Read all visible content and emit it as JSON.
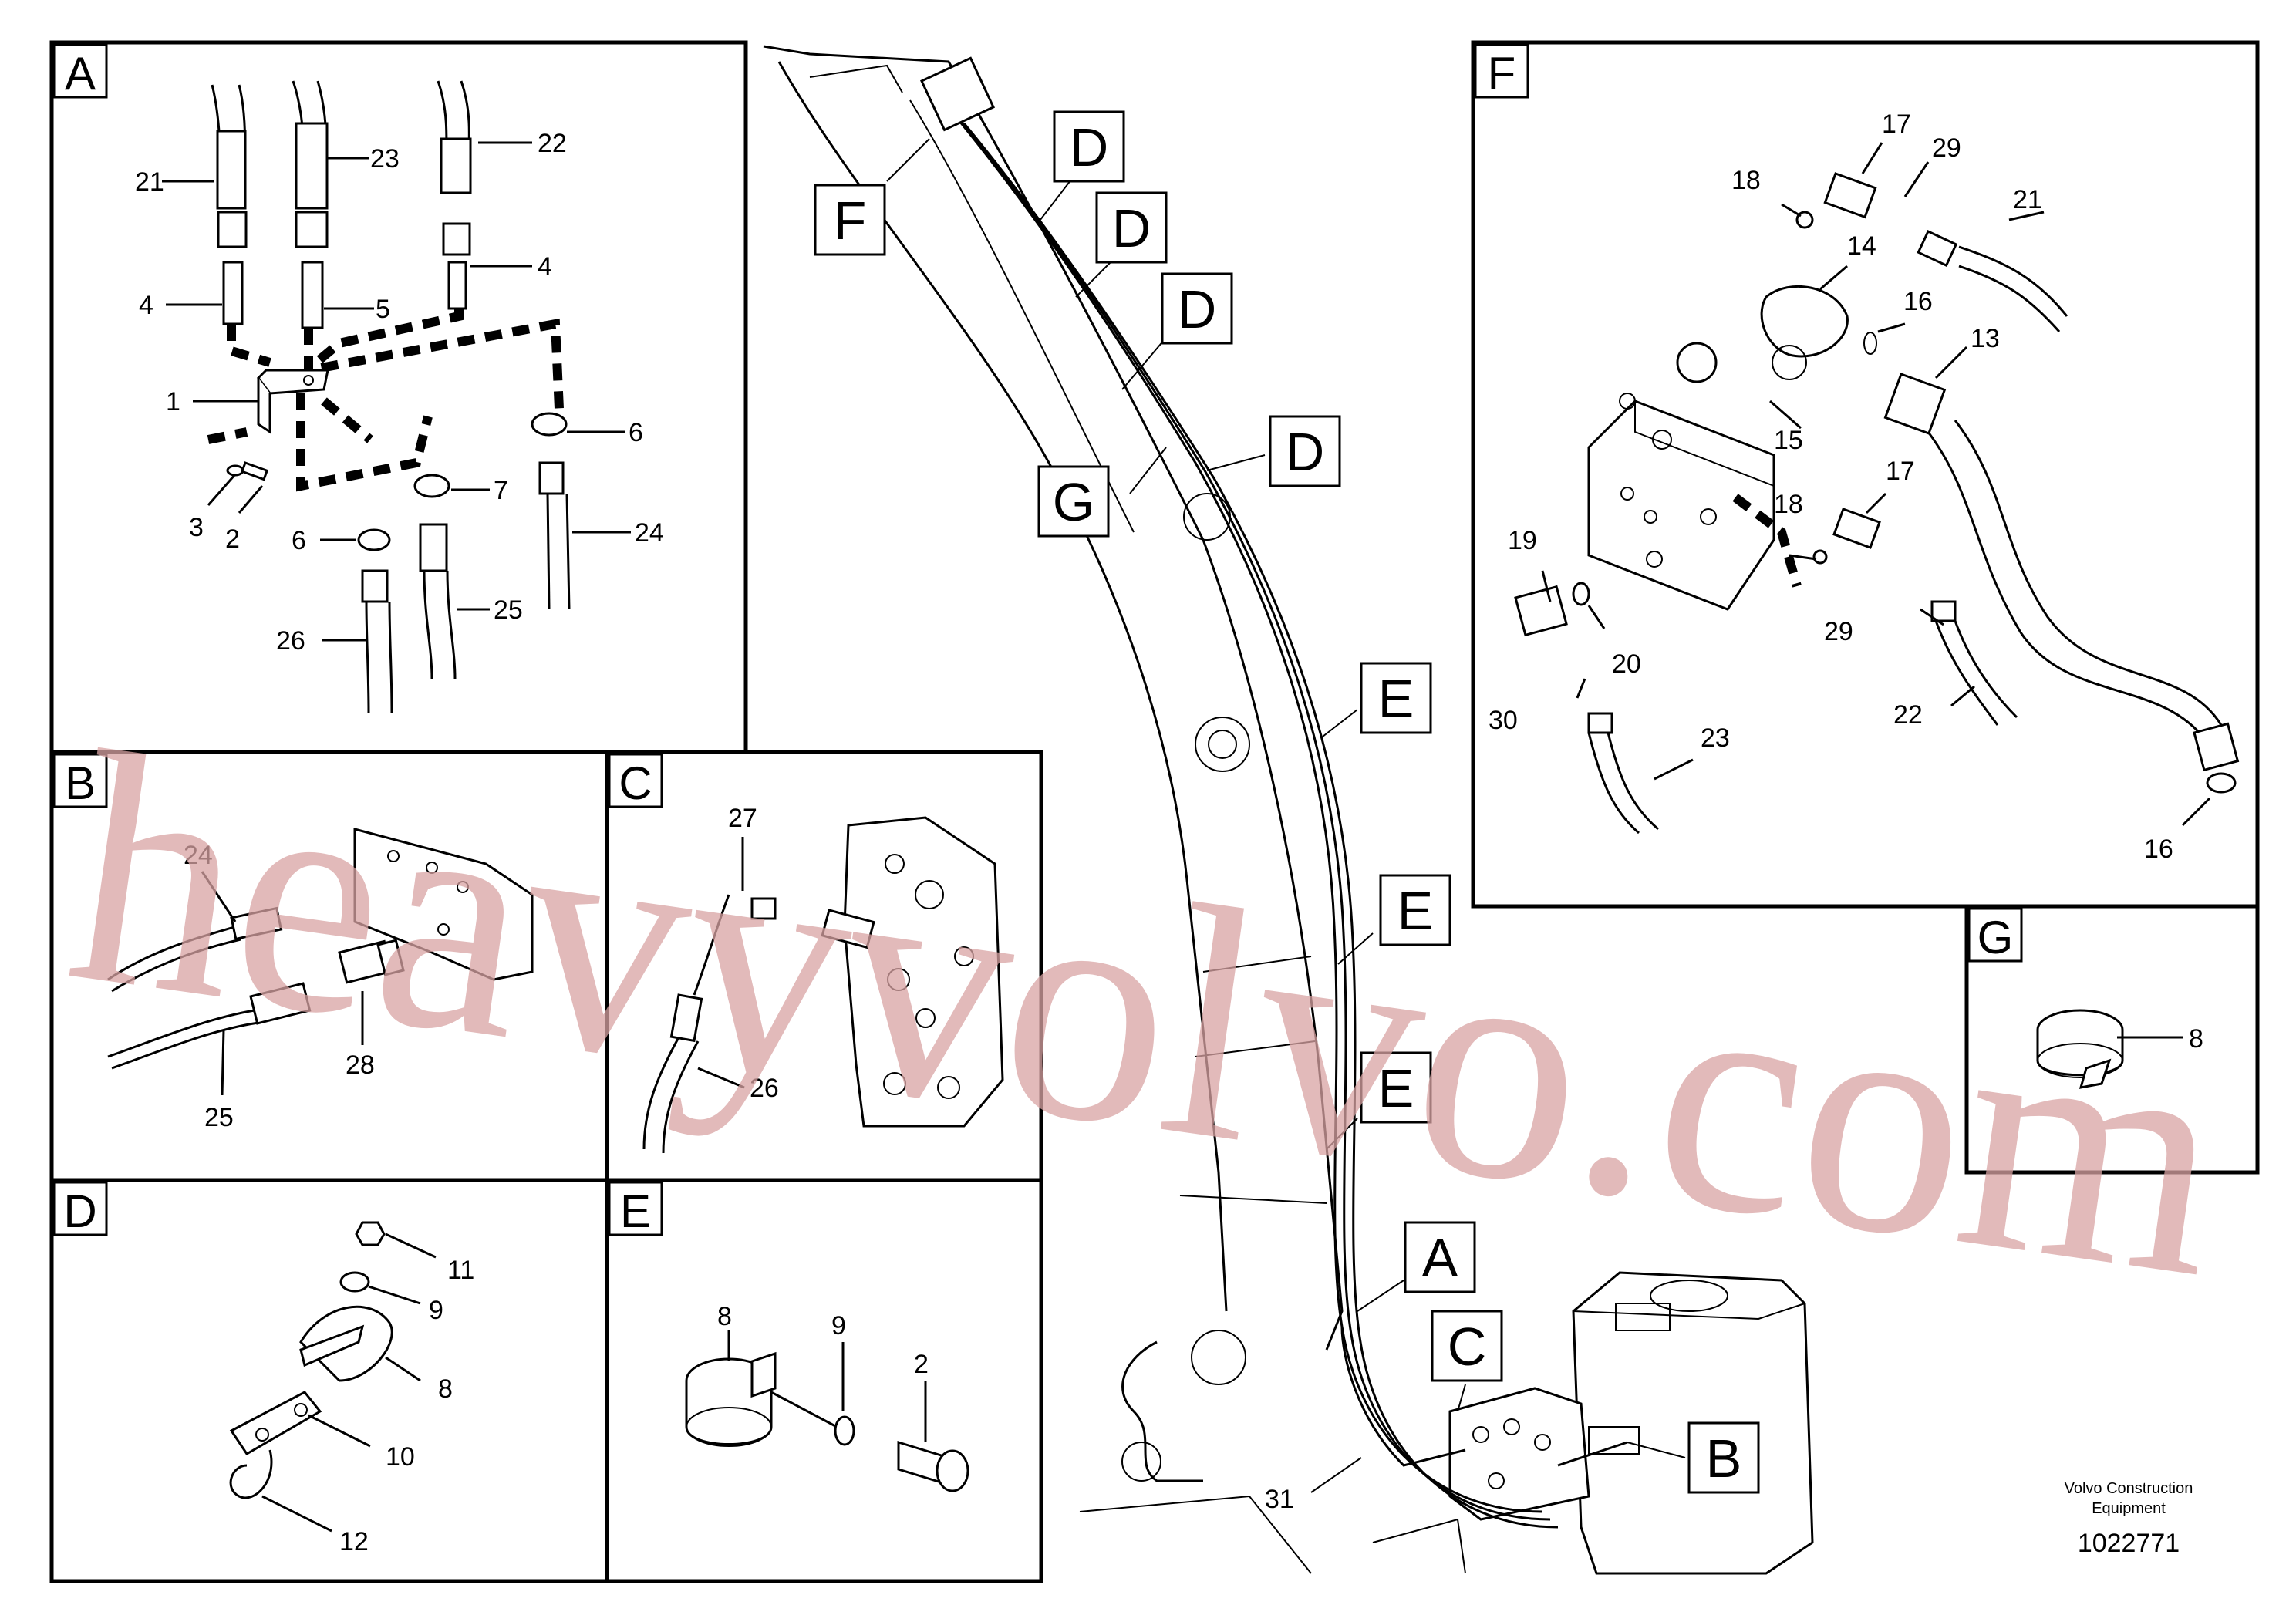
{
  "panels": {
    "A": {
      "tag": "A",
      "labels": [
        "21",
        "23",
        "22",
        "4",
        "5",
        "4",
        "1",
        "3",
        "2",
        "6",
        "7",
        "6",
        "24",
        "26",
        "25"
      ]
    },
    "B": {
      "tag": "B",
      "labels": [
        "24",
        "28",
        "25"
      ]
    },
    "C": {
      "tag": "C",
      "labels": [
        "27",
        "26"
      ]
    },
    "D": {
      "tag": "D",
      "labels": [
        "11",
        "9",
        "8",
        "10",
        "12"
      ]
    },
    "E": {
      "tag": "E",
      "labels": [
        "8",
        "9",
        "2"
      ]
    },
    "F": {
      "tag": "F",
      "labels": [
        "17",
        "29",
        "18",
        "21",
        "14",
        "16",
        "13",
        "15",
        "17",
        "18",
        "19",
        "20",
        "29",
        "30",
        "23",
        "22",
        "16"
      ]
    },
    "G": {
      "tag": "G",
      "labels": [
        "8"
      ]
    }
  },
  "callouts": {
    "F": "F",
    "D1": "D",
    "D2": "D",
    "D3": "D",
    "D4": "D",
    "G": "G",
    "E1": "E",
    "E2": "E",
    "E3": "E",
    "A": "A",
    "C": "C",
    "B": "B",
    "n31": "31"
  },
  "caption": {
    "line1": "Volvo Construction",
    "line2": "Equipment",
    "number": "1022771"
  },
  "watermark": "heavyvolvo.com"
}
